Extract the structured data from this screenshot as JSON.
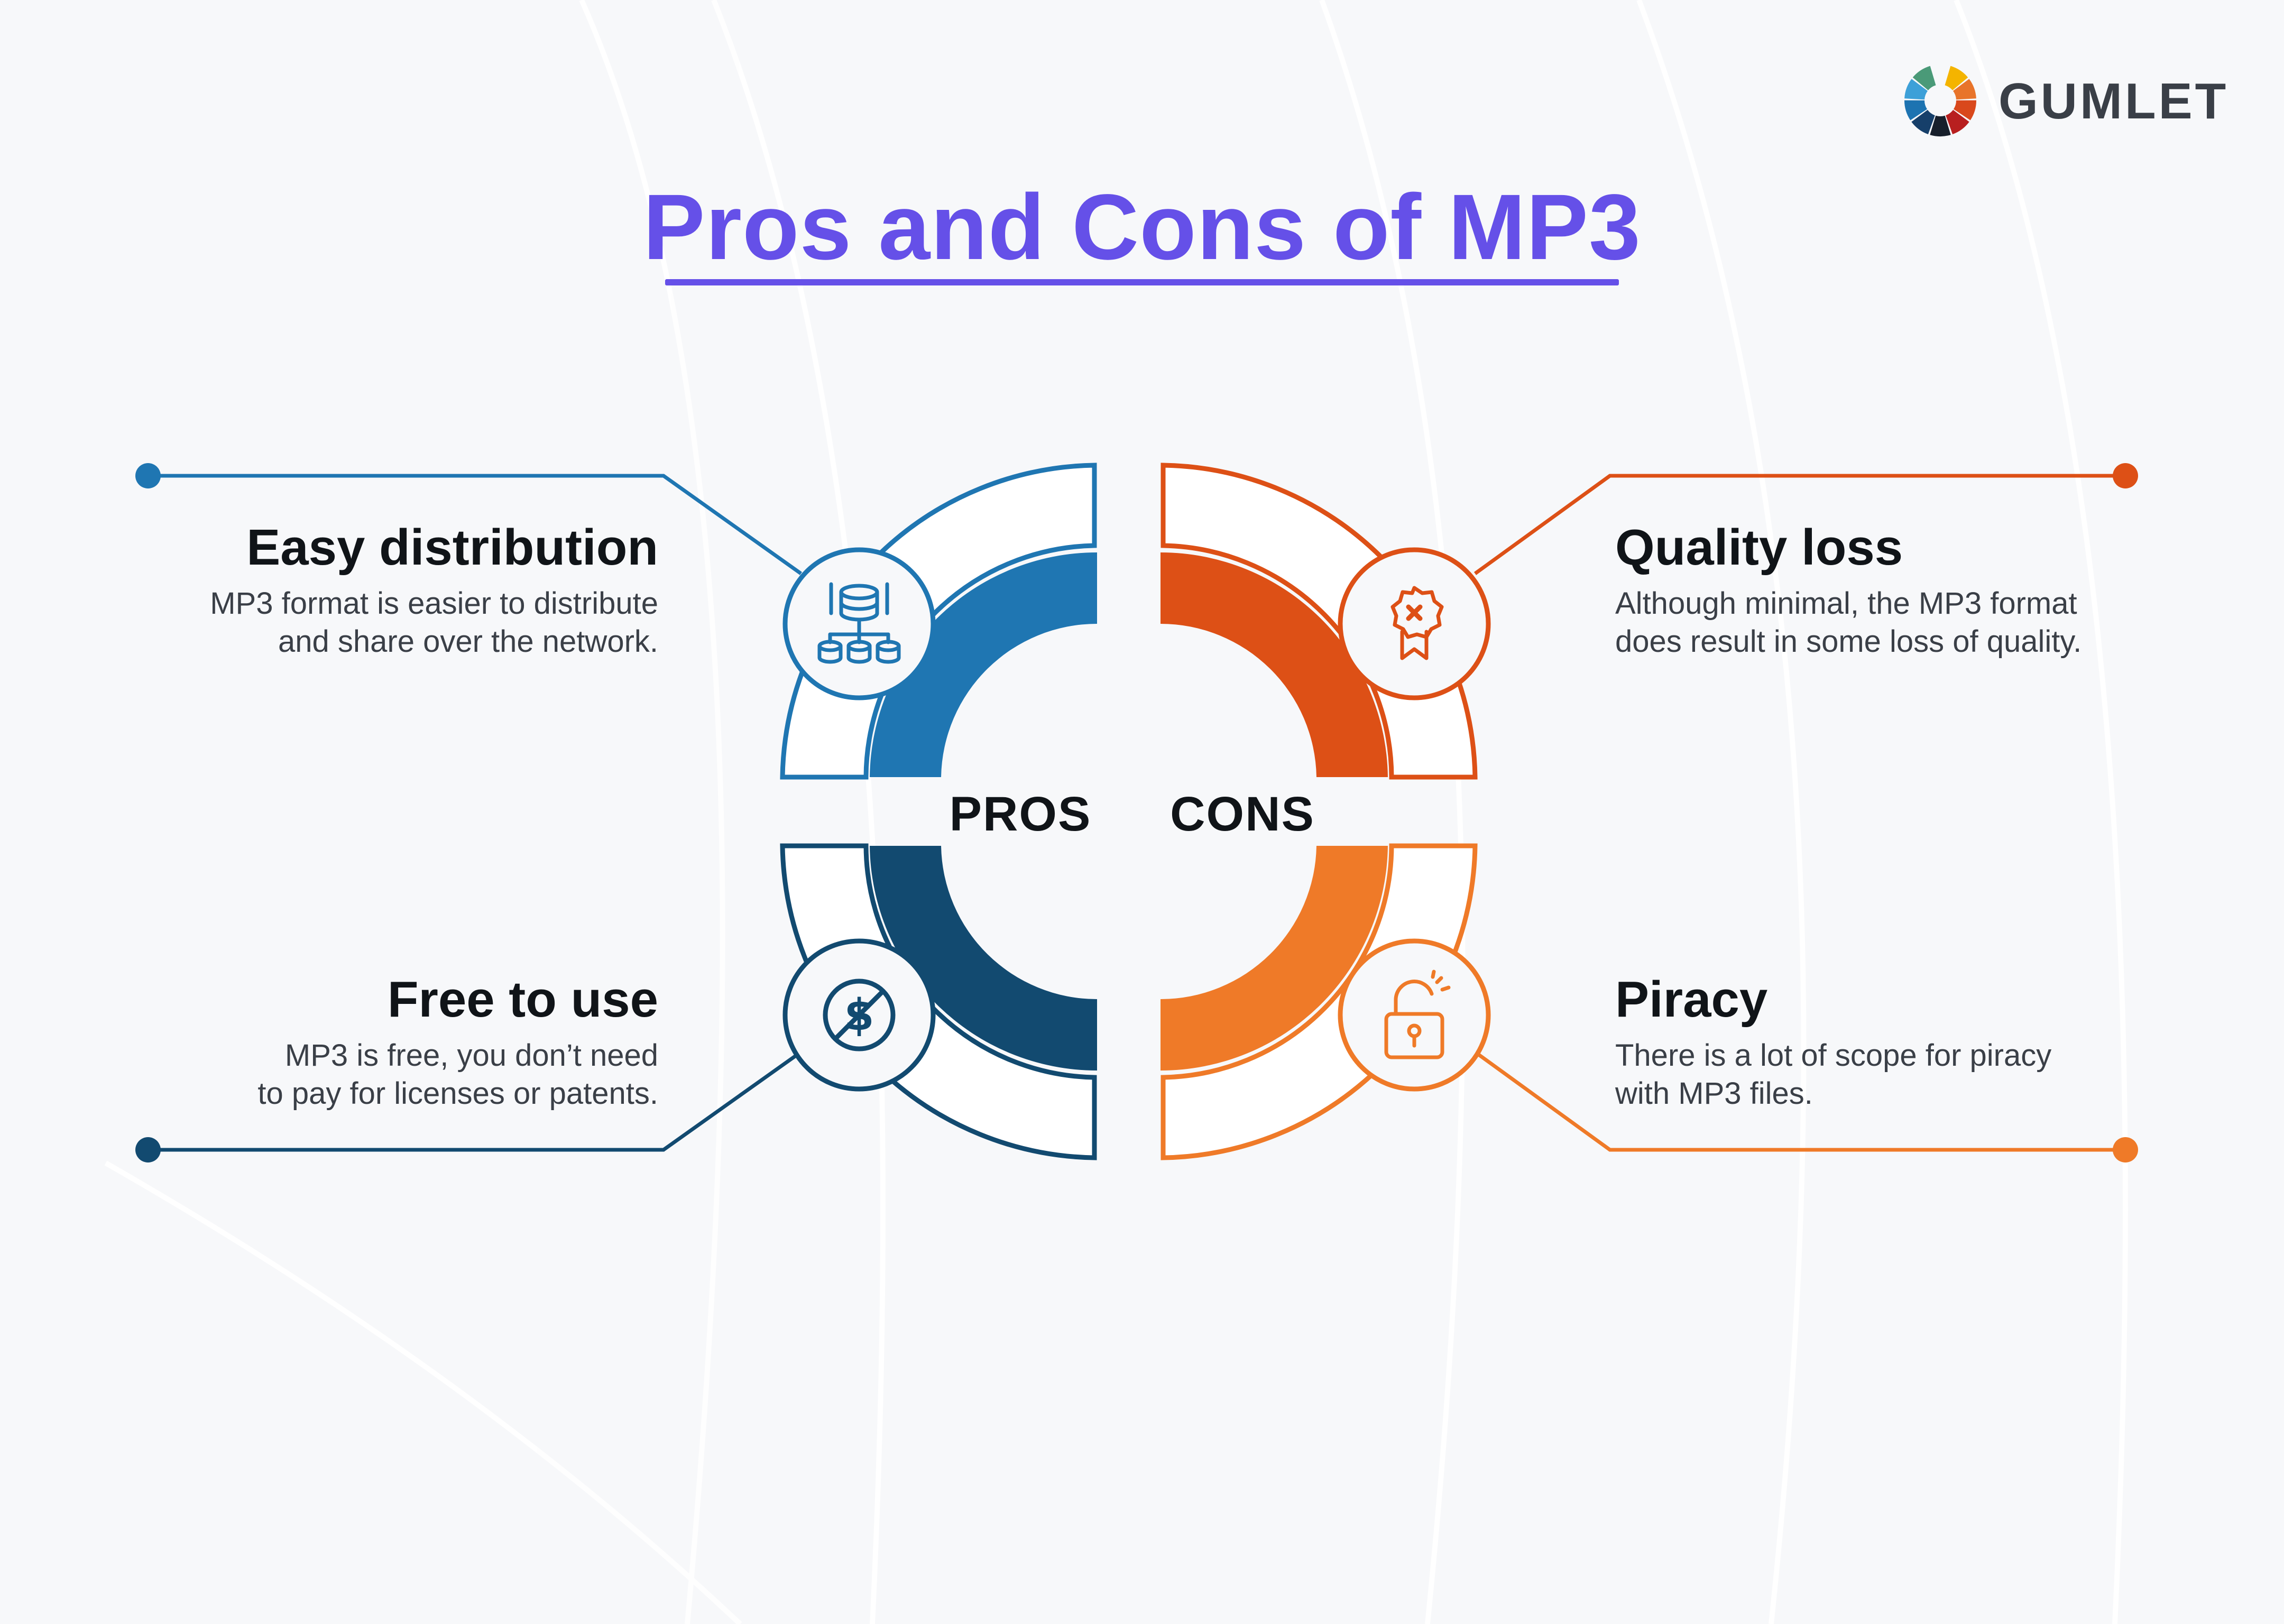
{
  "brand": {
    "name": "GUMLET",
    "logo_colors": [
      "#f4b400",
      "#e8742a",
      "#d9481c",
      "#b81f1f",
      "#171f2b",
      "#163f6a",
      "#1d73b1",
      "#3da0d8",
      "#4a9a78"
    ]
  },
  "title": "Pros and Cons of MP3",
  "center": {
    "pros_label": "PROS",
    "cons_label": "CONS"
  },
  "items": {
    "easy_distribution": {
      "title": "Easy distribution",
      "desc_line1": "MP3 format is easier to distribute",
      "desc_line2": "and share over the network.",
      "icon": "database-network-icon",
      "color": "#1f76b2"
    },
    "free_to_use": {
      "title": "Free to use",
      "desc_line1": "MP3 is free, you don’t need",
      "desc_line2": "to pay for licenses or patents.",
      "icon": "no-dollar-icon",
      "color": "#124a70"
    },
    "quality_loss": {
      "title": "Quality loss",
      "desc_line1": "Although minimal, the MP3 format",
      "desc_line2": "does result in some loss of quality.",
      "icon": "badge-x-icon",
      "color": "#dd5016"
    },
    "piracy": {
      "title": "Piracy",
      "desc_line1": "There is a lot of scope for piracy",
      "desc_line2": "with MP3 files.",
      "icon": "unlocked-padlock-icon",
      "color": "#ef7a28"
    }
  },
  "colors": {
    "background": "#f7f8fa",
    "title": "#6550e8",
    "text_dark": "#101418",
    "text_body": "#3a3f47"
  }
}
